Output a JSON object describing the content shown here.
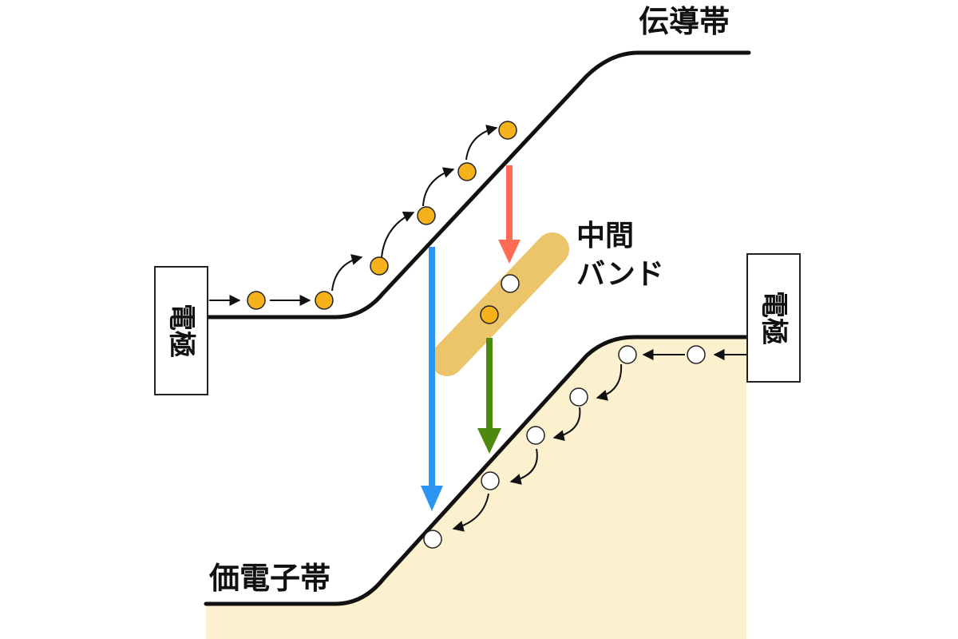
{
  "labels": {
    "conduction_band": "伝導帯",
    "valence_band": "価電子帯",
    "mid_band_line1": "中間",
    "mid_band_line2": "バンド",
    "electrode_left": "電極",
    "electrode_right": "電極"
  },
  "colors": {
    "background": "#ffffff",
    "band_line": "#111111",
    "valence_fill": "#fdf0cf",
    "electron": "#f6b21a",
    "electron_stroke": "#222222",
    "hole": "#ffffff",
    "mid_band": "#ecc56a",
    "arrow_red": "#ff6b55",
    "arrow_blue": "#2b95f4",
    "arrow_green": "#4b8a0e",
    "electrode_border": "#222222"
  }
}
